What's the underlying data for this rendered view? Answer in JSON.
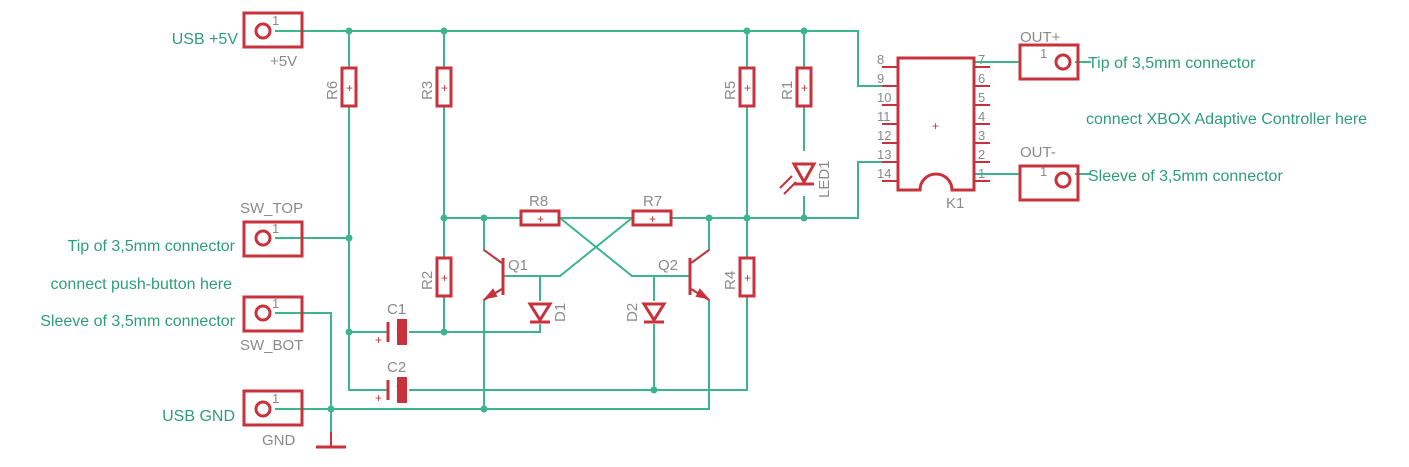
{
  "connectors": {
    "usb_5v": {
      "net": "USB +5V",
      "name": "+5V",
      "pin": "1"
    },
    "sw_top": {
      "net": "Tip of 3,5mm connector",
      "name": "SW_TOP",
      "pin": "1"
    },
    "sw_bot": {
      "net": "Sleeve of 3,5mm connector",
      "name": "SW_BOT",
      "pin": "1"
    },
    "usb_gnd": {
      "net": "USB GND",
      "name": "GND",
      "pin": "1"
    },
    "out_plus": {
      "net": "Tip of 3,5mm connector",
      "name": "OUT+",
      "pin": "1"
    },
    "out_minus": {
      "net": "Sleeve of 3,5mm connector",
      "name": "OUT-",
      "pin": "1"
    }
  },
  "notes": {
    "push_button": "connect push-button here",
    "xbox": "connect XBOX Adaptive Controller here"
  },
  "resistors": {
    "r1": "R1",
    "r2": "R2",
    "r3": "R3",
    "r4": "R4",
    "r5": "R5",
    "r6": "R6",
    "r7": "R7",
    "r8": "R8"
  },
  "capacitors": {
    "c1": "C1",
    "c2": "C2"
  },
  "transistors": {
    "q1": "Q1",
    "q2": "Q2"
  },
  "diodes": {
    "d1": "D1",
    "d2": "D2",
    "led1": "LED1"
  },
  "relay": {
    "name": "K1",
    "left_pins": [
      "8",
      "9",
      "10",
      "11",
      "12",
      "13",
      "14"
    ],
    "right_pins": [
      "7",
      "6",
      "5",
      "4",
      "3",
      "2",
      "1"
    ]
  },
  "colors": {
    "wire": "#3cb48c",
    "part": "#c8323c",
    "label": "#8a8a8a",
    "net_text": "#2e9e78"
  }
}
